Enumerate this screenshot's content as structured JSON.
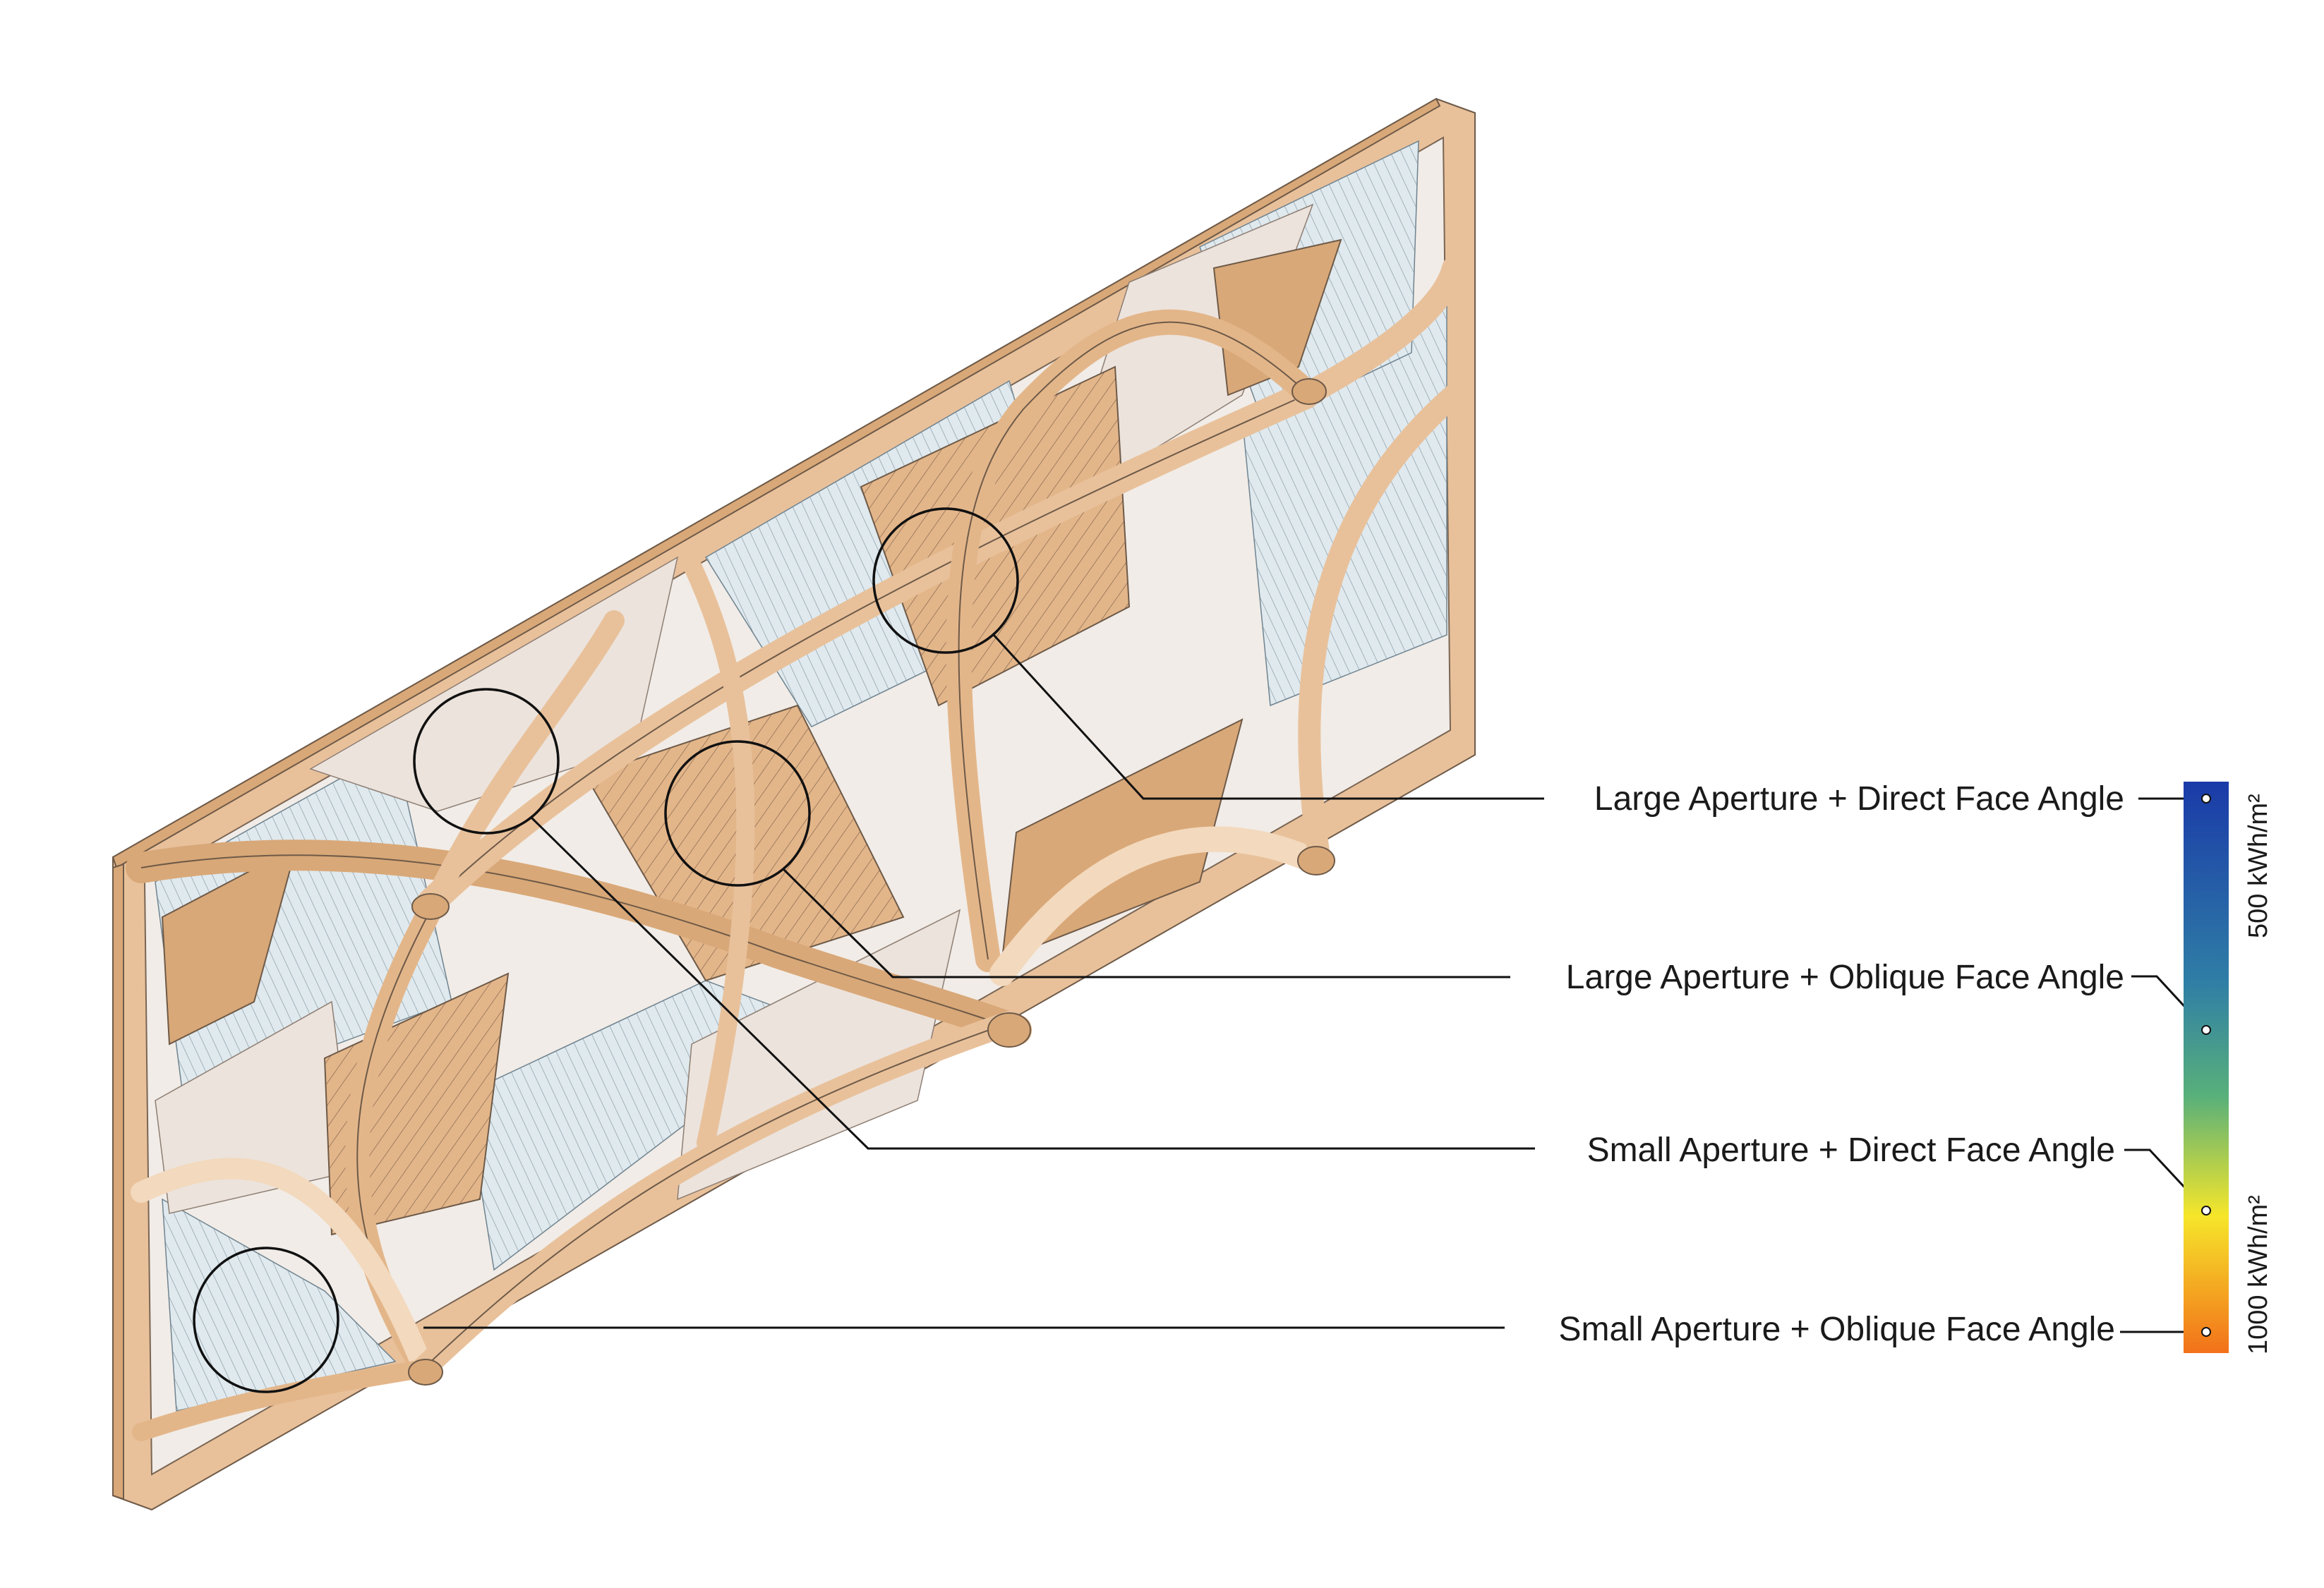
{
  "diagram": {
    "subject": "wooden lattice screen panel (axonometric)",
    "wood_color": "#e8c19b",
    "glass_color": "#dfe9ee"
  },
  "callouts": [
    {
      "label": "Large Aperture + Direct Face Angle",
      "marker_color": "#1b3f9e"
    },
    {
      "label": "Large Aperture + Oblique Face Angle",
      "marker_color": "#2f7ea6"
    },
    {
      "label": "Small Aperture + Direct Face Angle",
      "marker_color": "#f4e22a"
    },
    {
      "label": "Small Aperture + Oblique Face Angle",
      "marker_color": "#f2891d"
    }
  ],
  "color_scale": {
    "label_top": "500 kWh/m²",
    "label_bottom": "1000 kWh/m²",
    "stops": [
      "#1a3aa8",
      "#2f7ea6",
      "#58b07a",
      "#f6e62a",
      "#f2711a"
    ]
  }
}
